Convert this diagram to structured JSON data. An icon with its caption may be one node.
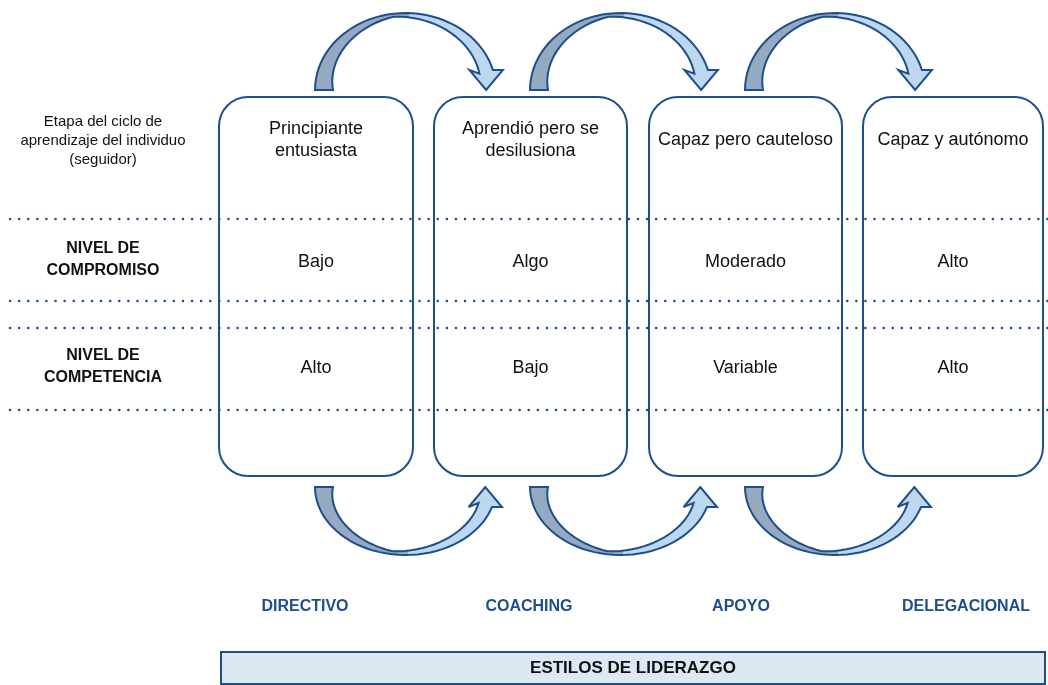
{
  "diagram": {
    "nodes": [
      {
        "text": [
          "Principiante entusiasta",
          "Bajo",
          "Alto"
        ]
      },
      {
        "text": [
          "Aprendió pero se desilusiona",
          "Algo",
          "Bajo"
        ]
      },
      {
        "text": [
          "Capaz pero cauteloso",
          "Moderado",
          "Variable"
        ]
      },
      {
        "text": [
          "Capaz y autónomo",
          "Alto",
          "Alto"
        ]
      },
      {
        "text": [
          "ESTILOS DE LIDERAZGO"
        ]
      }
    ],
    "edges": [
      {
        "from": 0,
        "to": 1,
        "arrow": "to"
      },
      {
        "from": 1,
        "to": 2,
        "arrow": "to"
      },
      {
        "from": 2,
        "to": 3,
        "arrow": "to"
      },
      {
        "from": 0,
        "to": 1,
        "arrow": "to"
      },
      {
        "from": 1,
        "to": 2,
        "arrow": "to"
      },
      {
        "from": 2,
        "to": 3,
        "arrow": "to"
      }
    ],
    "labels": [
      "Etapa del ciclo de aprendizaje del individuo (seguidor)",
      "NIVEL DE COMPROMISO",
      "NIVEL DE COMPETENCIA",
      "DIRECTIVO",
      "COACHING",
      "APOYO",
      "DELEGACIONAL"
    ]
  }
}
